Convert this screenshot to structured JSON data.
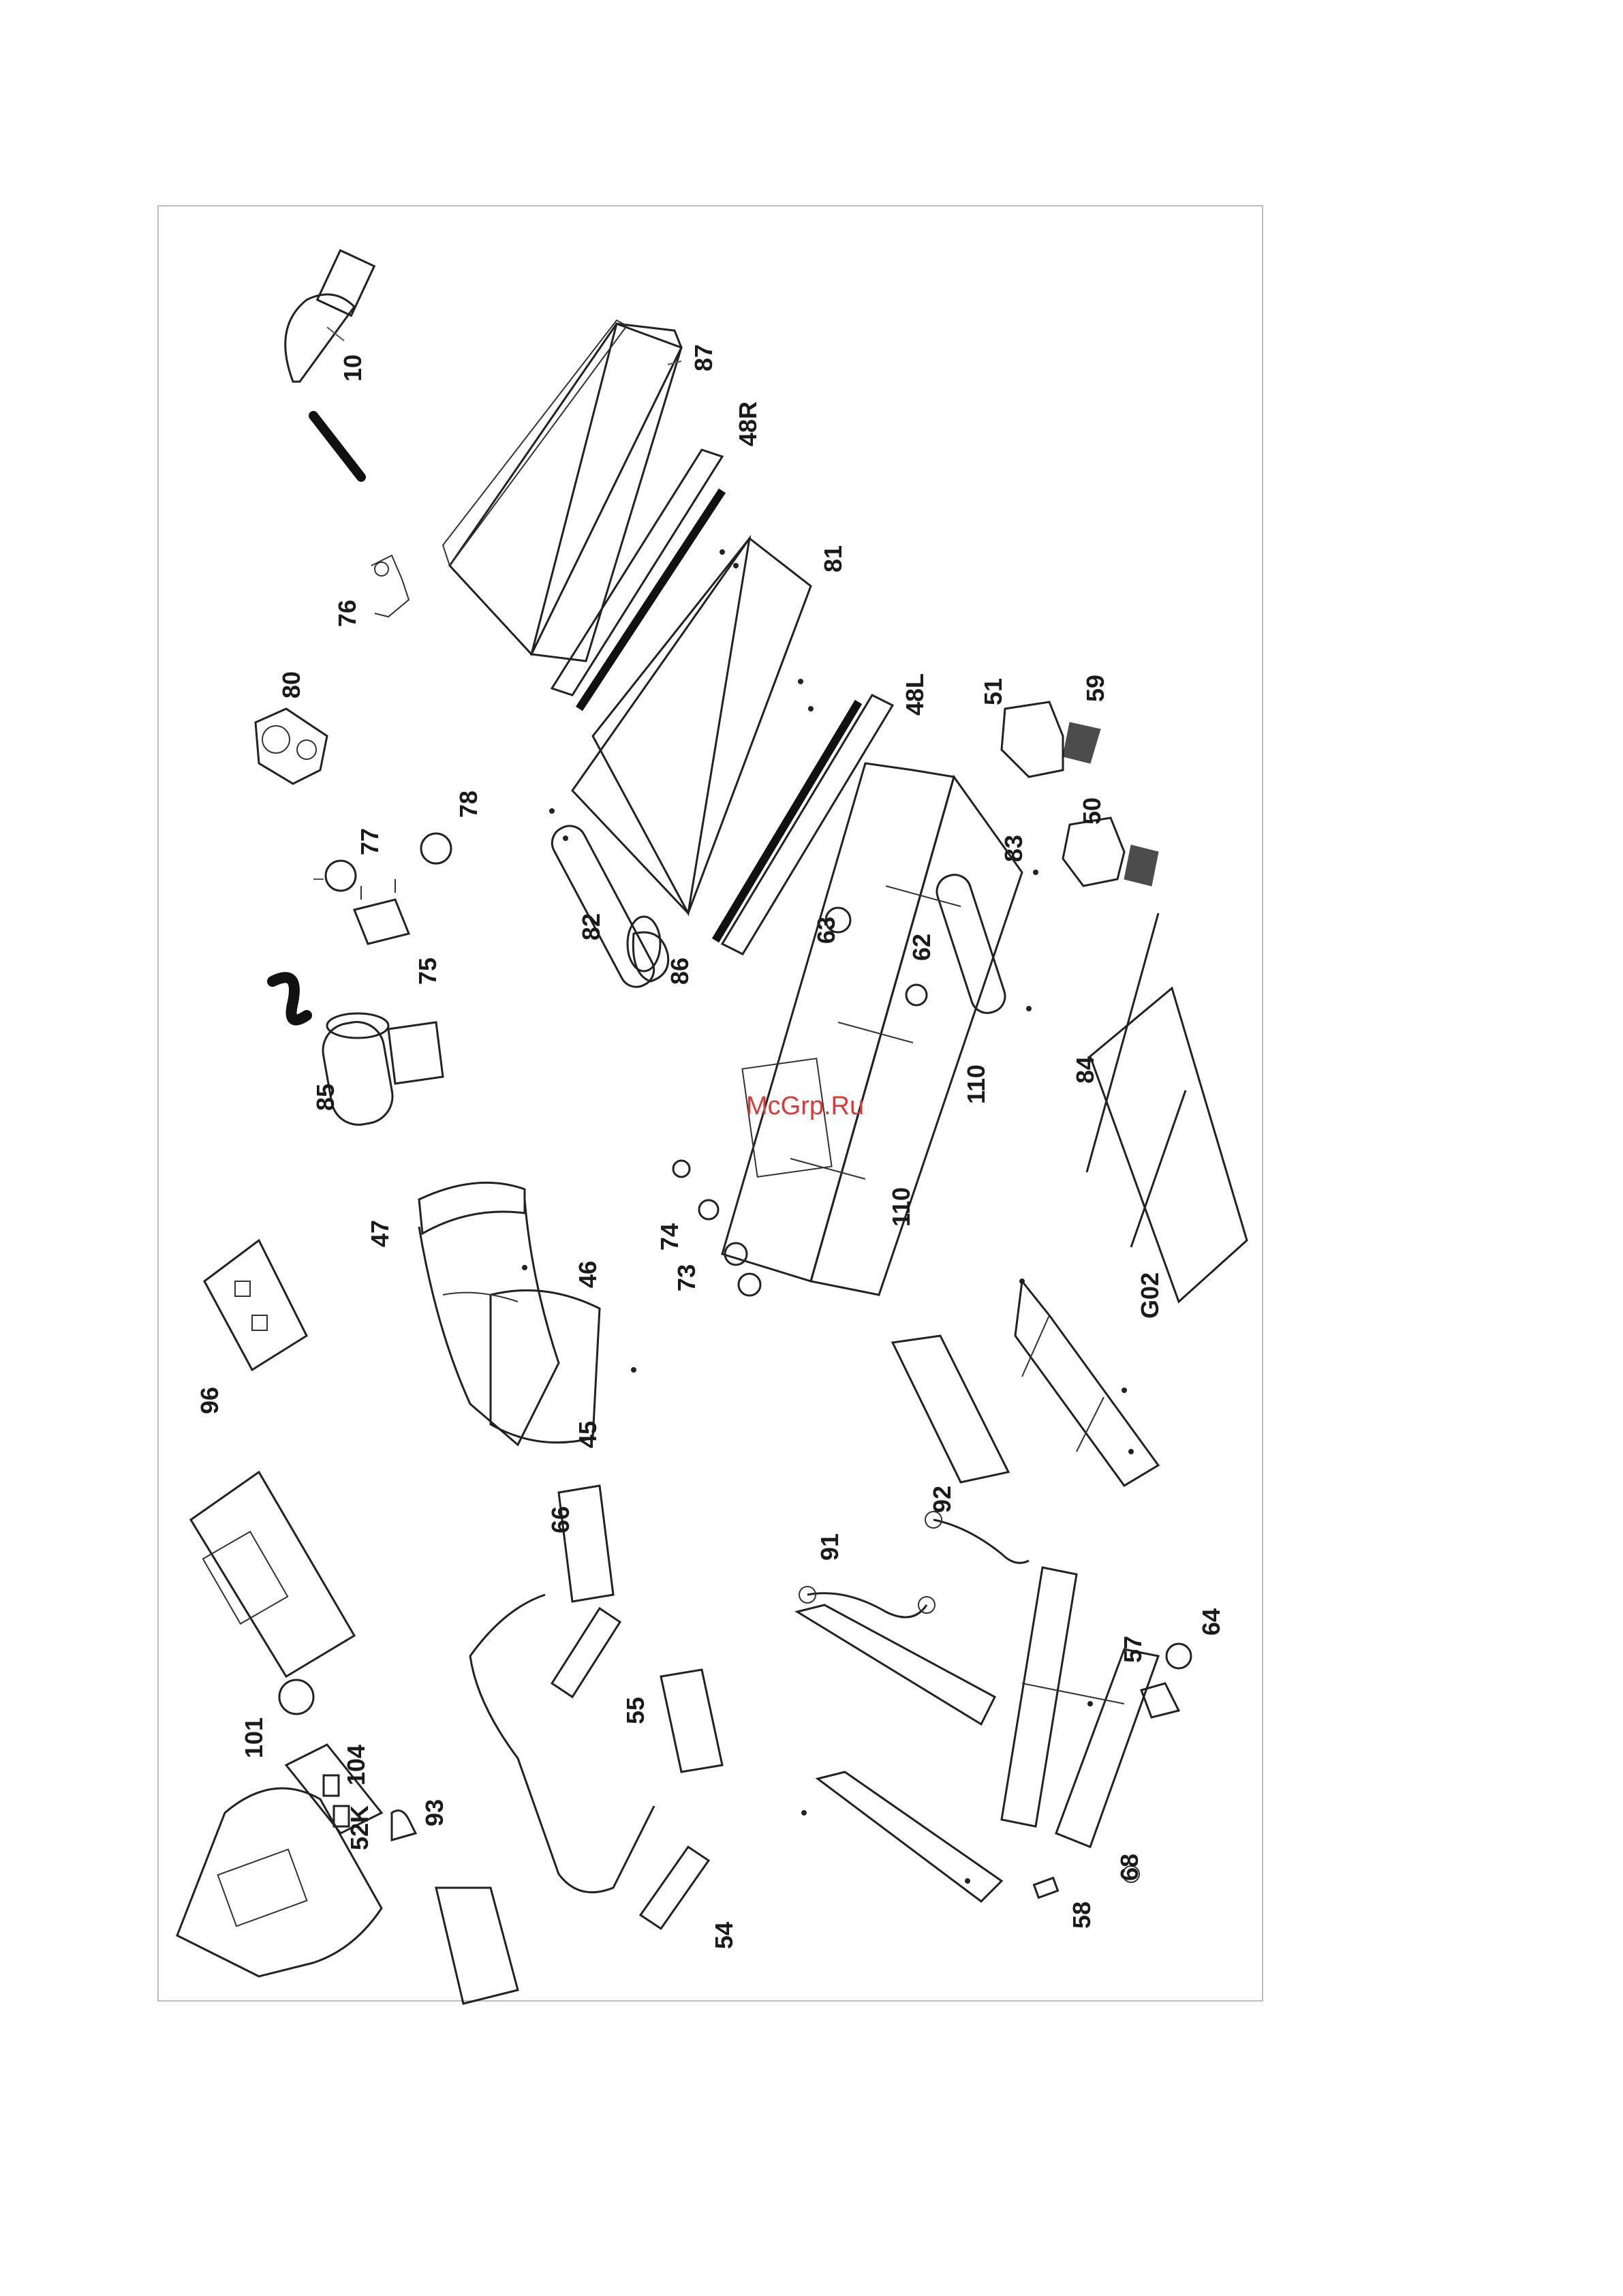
{
  "watermark": {
    "text": "McGrp.Ru",
    "color": "#d83a3a"
  },
  "labels": {
    "l10": "10",
    "l87": "87",
    "l48R": "48R",
    "l76": "76",
    "l81": "81",
    "l80": "80",
    "l48L": "48L",
    "l51": "51",
    "l59": "59",
    "l77": "77",
    "l78": "78",
    "l50": "50",
    "l83": "83",
    "l82": "82",
    "l63": "63",
    "l62": "62",
    "l75": "75",
    "l86": "86",
    "l85": "85",
    "l84": "84",
    "l110a": "110",
    "l110b": "110",
    "l47": "47",
    "l46": "46",
    "l74": "74",
    "l73": "73",
    "l45": "45",
    "l96": "96",
    "lG02": "G02",
    "l66": "66",
    "l92": "92",
    "l91": "91",
    "l55": "55",
    "l101": "101",
    "l104": "104",
    "l52K": "52K",
    "l93": "93",
    "l57": "57",
    "l64": "64",
    "l54": "54",
    "l68": "68",
    "l58": "58"
  }
}
